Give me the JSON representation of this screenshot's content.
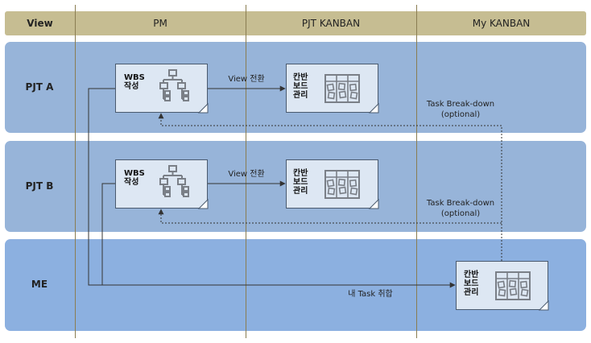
{
  "header": {
    "columns": [
      "View",
      "PM",
      "PJT KANBAN",
      "My KANBAN"
    ]
  },
  "lanes": [
    {
      "label": "PJT A"
    },
    {
      "label": "PJT B"
    },
    {
      "label": "ME"
    }
  ],
  "cards": {
    "wbs_label": "WBS\n작성",
    "kanban_label": "칸반\n보드\n관리"
  },
  "edges": {
    "view_switch": "View 전환",
    "breakdown": "Task Break-down\n(optional)",
    "take_task": "내 Task 취합"
  },
  "colors": {
    "header": "#c6bd92",
    "lane": "#97b4d9",
    "lane_me": "#8cb0e0",
    "card": "#dde7f3",
    "icon": "#7a7f87"
  }
}
